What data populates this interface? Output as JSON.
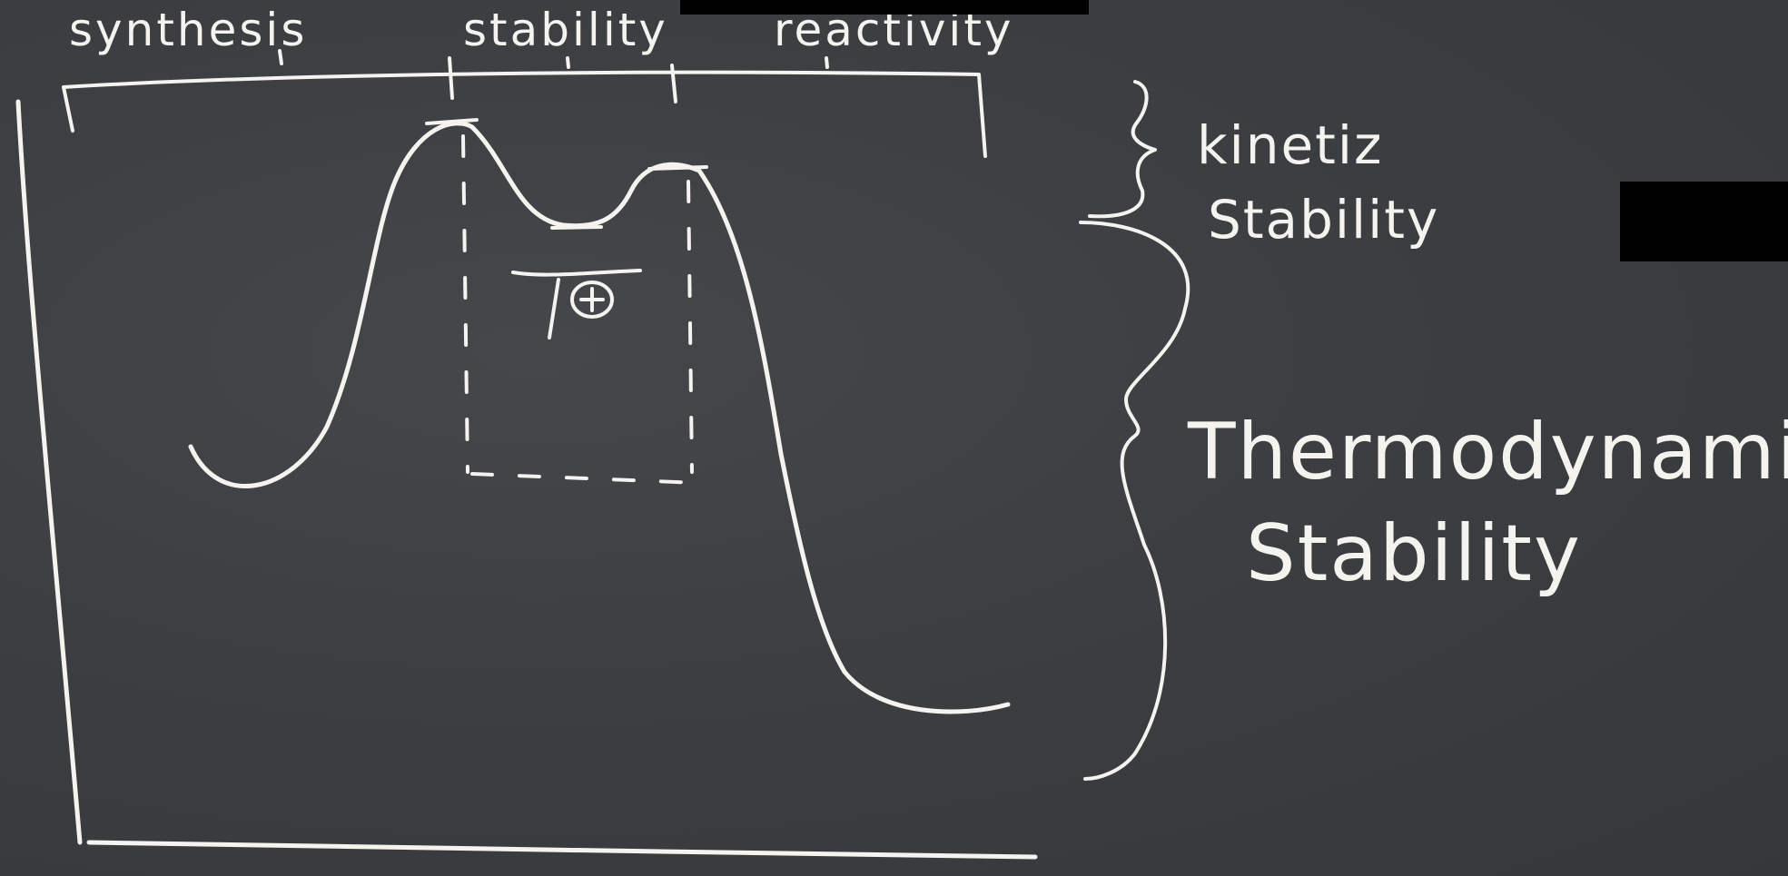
{
  "labels": {
    "synthesis": "synthesis",
    "stability": "stability",
    "reactivity": "reactivity",
    "kinetic": "kinetiz",
    "kinetic_stability": "Stability",
    "thermodynamic": "Thermodynamiz",
    "thermodynamic_stability": "Stability",
    "transition_state": "T"
  },
  "colors": {
    "board": "#3a3d40",
    "chalk": "#f4f3ee",
    "redaction": "#000000"
  }
}
